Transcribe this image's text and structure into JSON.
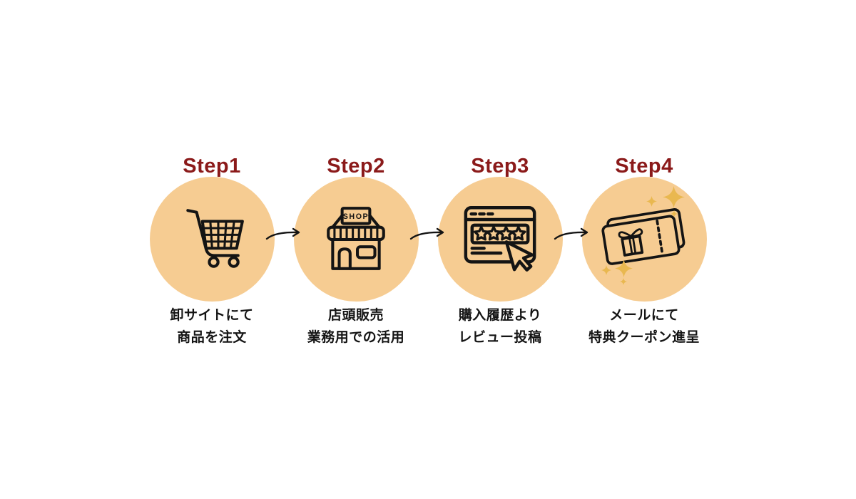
{
  "steps": [
    {
      "title": "Step1",
      "icon": "shopping-cart-icon",
      "caption": [
        "卸サイトにて",
        "商品を注文"
      ]
    },
    {
      "title": "Step2",
      "icon": "storefront-icon",
      "sign_text": "SHOP",
      "caption": [
        "店頭販売",
        "業務用での活用"
      ]
    },
    {
      "title": "Step3",
      "icon": "review-window-cursor-icon",
      "caption": [
        "購入履歴より",
        "レビュー投稿"
      ]
    },
    {
      "title": "Step4",
      "icon": "gift-coupon-icon",
      "decoration_icon": "sparkle-stars-icon",
      "caption": [
        "メールにて",
        "特典クーポン進呈"
      ]
    }
  ],
  "arrow_icon": "curved-right-arrow-icon",
  "colors": {
    "background": "#FFFFFF",
    "circle_fill": "#F6CC92",
    "step_title": "#8B1A1A",
    "icon_stroke": "#141414",
    "caption_text": "#141414",
    "sparkle_gold": "#E9B850"
  }
}
